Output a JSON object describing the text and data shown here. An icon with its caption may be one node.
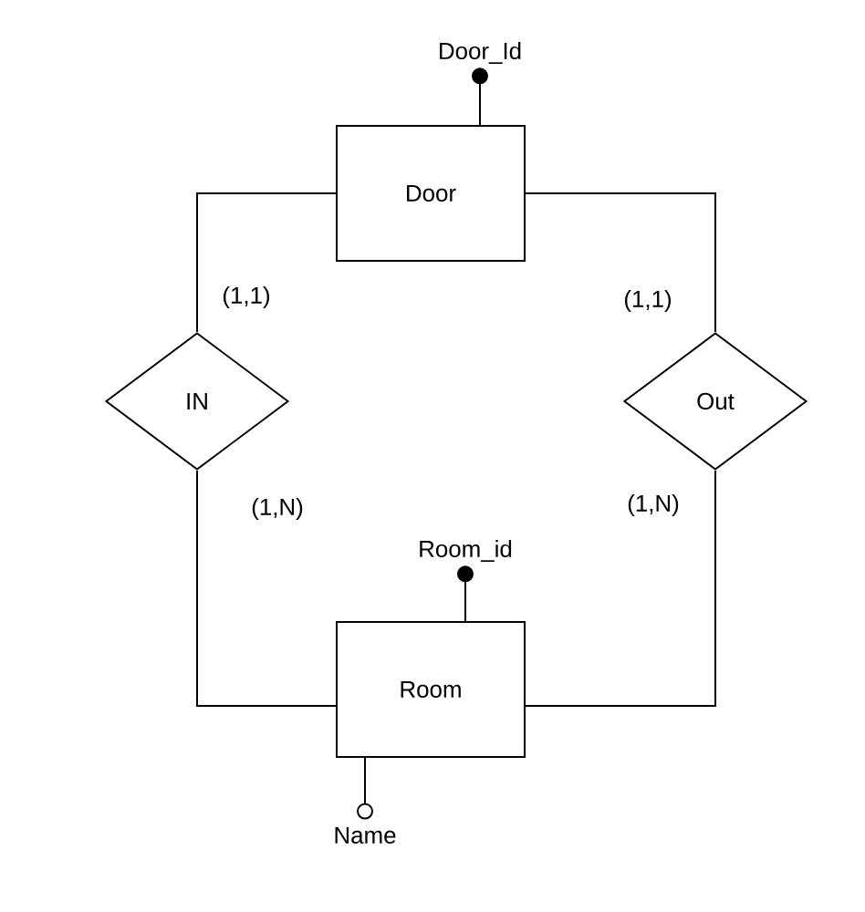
{
  "diagram": {
    "nodes": [
      {
        "text": [
          "Door"
        ]
      },
      {
        "text": [
          "Room"
        ]
      },
      {
        "text": [
          "IN"
        ]
      },
      {
        "text": [
          "Out"
        ]
      },
      {
        "text": [
          "Door_Id"
        ]
      },
      {
        "text": [
          "Room_id"
        ]
      },
      {
        "text": [
          "Name"
        ]
      }
    ],
    "edges": [
      {
        "from": 0,
        "to": 2,
        "arrow": "none",
        "label": "(1,1)"
      },
      {
        "from": 2,
        "to": 1,
        "arrow": "none",
        "label": "(1,N)"
      },
      {
        "from": 0,
        "to": 3,
        "arrow": "none",
        "label": "(1,1)"
      },
      {
        "from": 3,
        "to": 1,
        "arrow": "none",
        "label": "(1,N)"
      },
      {
        "from": 4,
        "to": 0,
        "arrow": "other"
      },
      {
        "from": 5,
        "to": 1,
        "arrow": "other"
      },
      {
        "from": 6,
        "to": 1,
        "arrow": "other"
      }
    ]
  }
}
